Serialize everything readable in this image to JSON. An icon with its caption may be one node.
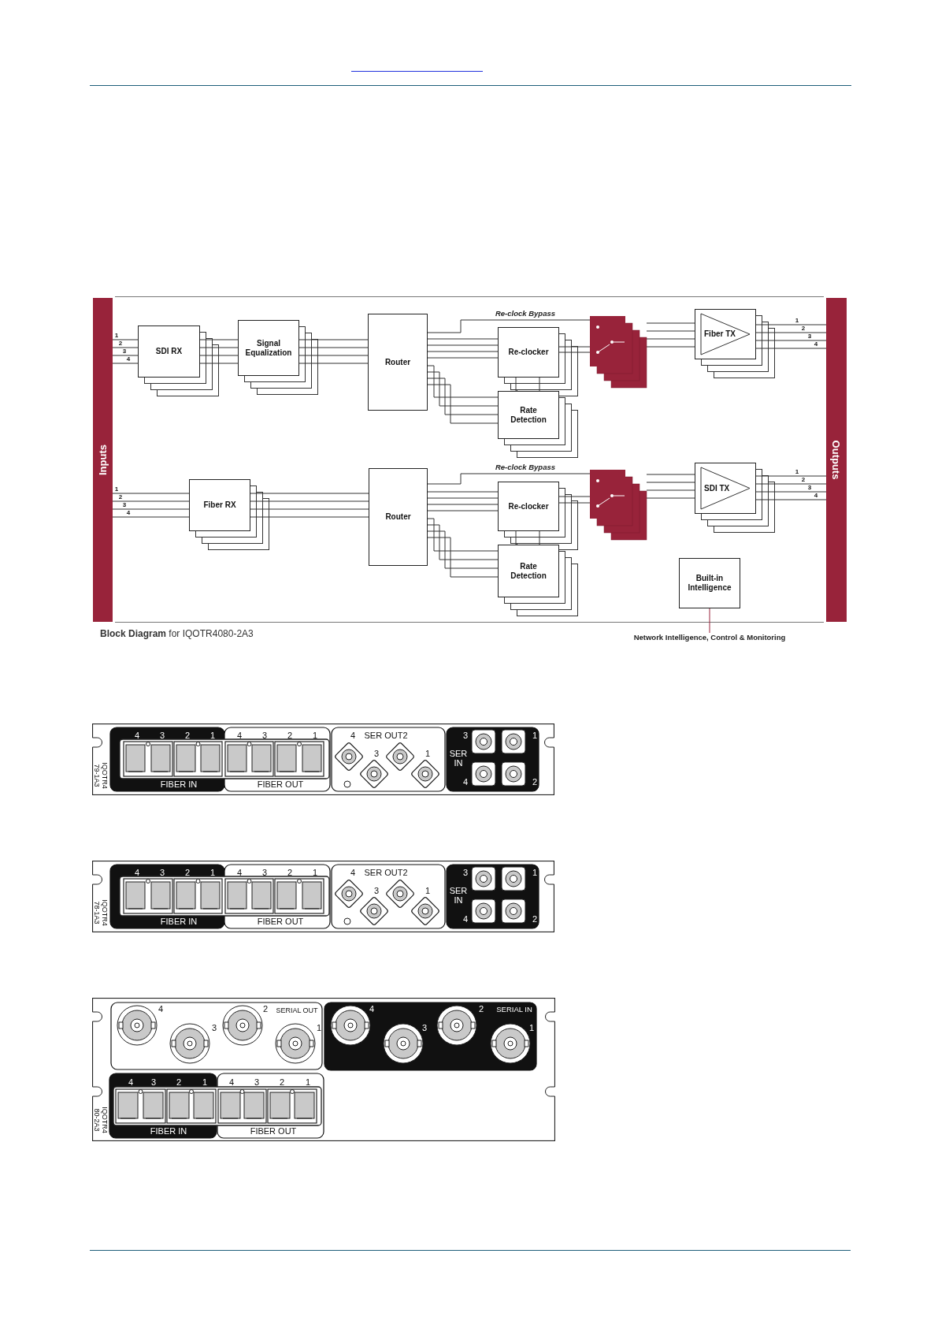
{
  "diagram": {
    "caption": "**Block Diagram** for IQOTR4080-2A3",
    "nodes": [
      {
        "text": [
          "Inputs"
        ]
      },
      {
        "text": [
          "Outputs"
        ]
      },
      {
        "text": [
          "SDI RX"
        ]
      },
      {
        "text": [
          "Signal Equalization"
        ]
      },
      {
        "text": [
          "Router"
        ]
      },
      {
        "text": [
          "Re-clocker"
        ]
      },
      {
        "text": [
          "Rate Detection"
        ]
      },
      {
        "text": [],
        "shape": "box"
      },
      {
        "text": [
          "Fiber TX"
        ]
      },
      {
        "text": [
          "Fiber RX"
        ]
      },
      {
        "text": [
          "Router"
        ]
      },
      {
        "text": [
          "Re-clocker"
        ]
      },
      {
        "text": [
          "Rate Detection"
        ]
      },
      {
        "text": [],
        "shape": "box"
      },
      {
        "text": [
          "SDI TX"
        ]
      },
      {
        "text": [
          "Built-in Intelligence"
        ]
      },
      {
        "text": [
          "Network Intelligence, Control & Monitoring"
        ]
      }
    ],
    "edges": [
      {
        "from": 0,
        "to": 2,
        "arrow": "none"
      },
      {
        "from": 2,
        "to": 3,
        "arrow": "none"
      },
      {
        "from": 3,
        "to": 4,
        "arrow": "none"
      },
      {
        "from": 4,
        "to": 5,
        "arrow": "none"
      },
      {
        "from": 4,
        "to": 6,
        "arrow": "none"
      },
      {
        "from": 4,
        "to": 7,
        "arrow": "none",
        "label": "Re-clock Bypass"
      },
      {
        "from": 5,
        "to": 7,
        "arrow": "none"
      },
      {
        "from": 5,
        "to": 6,
        "arrow": "none"
      },
      {
        "from": 7,
        "to": 8,
        "arrow": "none"
      },
      {
        "from": 8,
        "to": 1,
        "arrow": "none"
      },
      {
        "from": 0,
        "to": 9,
        "arrow": "none"
      },
      {
        "from": 9,
        "to": 10,
        "arrow": "none"
      },
      {
        "from": 10,
        "to": 11,
        "arrow": "none"
      },
      {
        "from": 10,
        "to": 12,
        "arrow": "none"
      },
      {
        "from": 10,
        "to": 13,
        "arrow": "none",
        "label": "Re-clock Bypass"
      },
      {
        "from": 11,
        "to": 13,
        "arrow": "none"
      },
      {
        "from": 11,
        "to": 12,
        "arrow": "none"
      },
      {
        "from": 13,
        "to": 14,
        "arrow": "none"
      },
      {
        "from": 14,
        "to": 1,
        "arrow": "none"
      },
      {
        "from": 15,
        "to": 16,
        "arrow": "none",
        "color": "#98233a"
      }
    ],
    "labels": [
      "1",
      "2",
      "3",
      "4",
      "1",
      "2",
      "3",
      "4",
      "1",
      "2",
      "3",
      "4",
      "1",
      "2",
      "3",
      "4",
      "4",
      "3",
      "2",
      "1",
      "4",
      "3",
      "2",
      "1",
      "FIBER IN",
      "FIBER OUT",
      "4",
      "SER OUT2",
      "3",
      "1",
      "3",
      "1",
      "SER IN",
      "4",
      "2",
      "IQOTR4 79-1A3",
      "4",
      "3",
      "2",
      "1",
      "4",
      "3",
      "2",
      "1",
      "FIBER IN",
      "FIBER OUT",
      "4",
      "SER OUT2",
      "3",
      "1",
      "3",
      "1",
      "SER IN",
      "4",
      "2",
      "IQOTR4 78-1A3",
      "4",
      "2",
      "SERIAL OUT",
      "3",
      "1",
      "4",
      "2",
      "SERIAL IN",
      "3",
      "1",
      "4",
      "3",
      "2",
      "1",
      "4",
      "3",
      "2",
      "1",
      "FIBER IN",
      "FIBER OUT",
      "IQOTR4 80-2A3"
    ]
  }
}
